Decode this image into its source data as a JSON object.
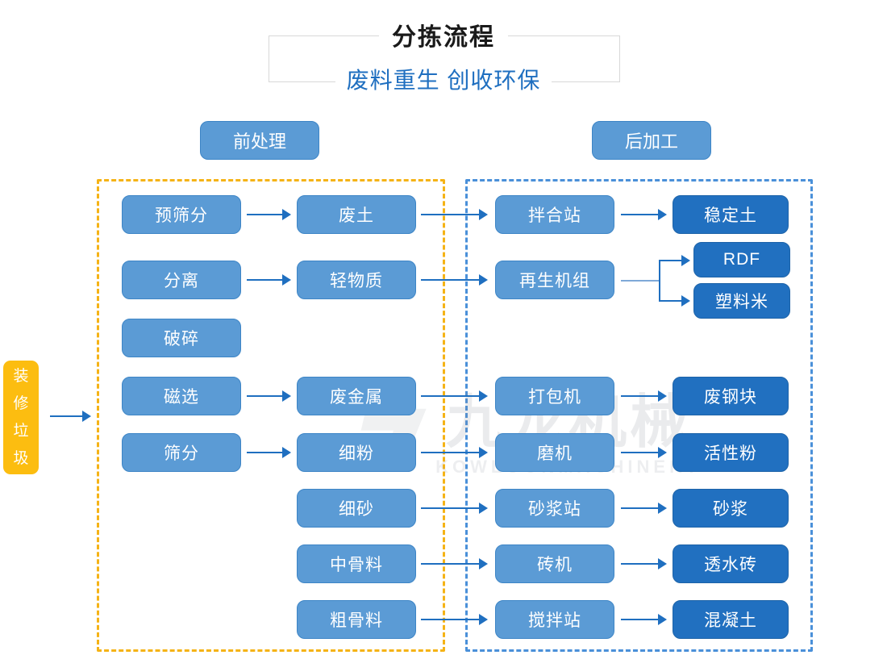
{
  "header": {
    "title": "分拣流程",
    "subtitle": "废料重生 创收环保"
  },
  "sections": {
    "pre": "前处理",
    "post": "后加工"
  },
  "input": {
    "label": "装修垃圾",
    "chars": [
      "装",
      "修",
      "垃",
      "圾"
    ],
    "color": "#fcbd10"
  },
  "watermark": {
    "main": "九龙机械",
    "sub": "KOWLOONMACHINERY"
  },
  "colors": {
    "node_light": "#5b9bd5",
    "node_dark": "#2170c0",
    "arrow": "#1f6fc0",
    "frame_pre": "#f5b316",
    "frame_post": "#4a90d9",
    "title": "#1a1a1a",
    "subtitle": "#1f6fc0"
  },
  "nodes": {
    "process": [
      {
        "id": "p1",
        "label": "预筛分"
      },
      {
        "id": "p2",
        "label": "分离"
      },
      {
        "id": "p3",
        "label": "破碎"
      },
      {
        "id": "p4",
        "label": "磁选"
      },
      {
        "id": "p5",
        "label": "筛分"
      }
    ],
    "materials": [
      {
        "id": "m1",
        "label": "废土"
      },
      {
        "id": "m2",
        "label": "轻物质"
      },
      {
        "id": "m3",
        "label": "废金属"
      },
      {
        "id": "m4",
        "label": "细粉"
      },
      {
        "id": "m5",
        "label": "细砂"
      },
      {
        "id": "m6",
        "label": "中骨料"
      },
      {
        "id": "m7",
        "label": "粗骨料"
      }
    ],
    "equipment": [
      {
        "id": "e1",
        "label": "拌合站"
      },
      {
        "id": "e2",
        "label": "再生机组"
      },
      {
        "id": "e3",
        "label": "打包机"
      },
      {
        "id": "e4",
        "label": "磨机"
      },
      {
        "id": "e5",
        "label": "砂浆站"
      },
      {
        "id": "e6",
        "label": "砖机"
      },
      {
        "id": "e7",
        "label": "搅拌站"
      }
    ],
    "products": [
      {
        "id": "o1",
        "label": "稳定土"
      },
      {
        "id": "o2",
        "label": "RDF"
      },
      {
        "id": "o3",
        "label": "塑料米"
      },
      {
        "id": "o4",
        "label": "废钢块"
      },
      {
        "id": "o5",
        "label": "活性粉"
      },
      {
        "id": "o6",
        "label": "砂浆"
      },
      {
        "id": "o7",
        "label": "透水砖"
      },
      {
        "id": "o8",
        "label": "混凝土"
      }
    ]
  },
  "chart_data": {
    "type": "diagram",
    "title": "分拣流程",
    "subtitle": "废料重生 创收环保",
    "input": "装修垃圾",
    "groups": [
      {
        "name": "前处理",
        "border": "#f5b316"
      },
      {
        "name": "后加工",
        "border": "#4a90d9"
      }
    ],
    "flows": [
      {
        "from": "装修垃圾",
        "to": "预筛分"
      },
      {
        "from": "预筛分",
        "to": "废土"
      },
      {
        "from": "分离",
        "to": "轻物质"
      },
      {
        "from": "磁选",
        "to": "废金属"
      },
      {
        "from": "筛分",
        "to": "细粉"
      },
      {
        "from": "废土",
        "to": "拌合站"
      },
      {
        "from": "轻物质",
        "to": "再生机组"
      },
      {
        "from": "废金属",
        "to": "打包机"
      },
      {
        "from": "细粉",
        "to": "磨机"
      },
      {
        "from": "细砂",
        "to": "砂浆站"
      },
      {
        "from": "中骨料",
        "to": "砖机"
      },
      {
        "from": "粗骨料",
        "to": "搅拌站"
      },
      {
        "from": "拌合站",
        "to": "稳定土"
      },
      {
        "from": "再生机组",
        "to": "RDF"
      },
      {
        "from": "再生机组",
        "to": "塑料米"
      },
      {
        "from": "打包机",
        "to": "废钢块"
      },
      {
        "from": "磨机",
        "to": "活性粉"
      },
      {
        "from": "砂浆站",
        "to": "砂浆"
      },
      {
        "from": "砖机",
        "to": "透水砖"
      },
      {
        "from": "搅拌站",
        "to": "混凝土"
      }
    ],
    "standalone": [
      "破碎"
    ]
  }
}
